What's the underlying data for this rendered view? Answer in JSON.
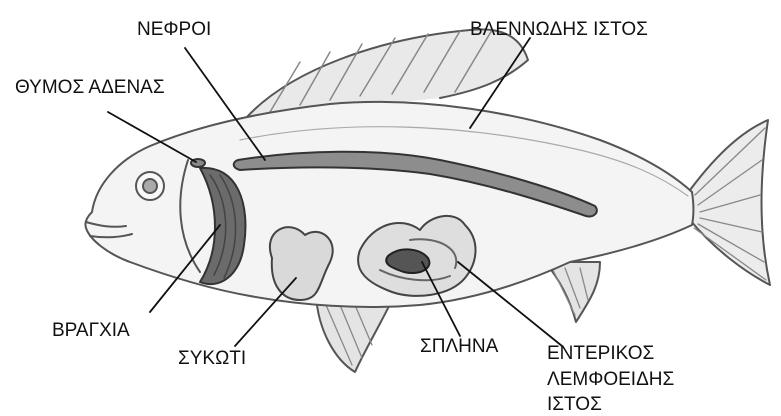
{
  "labels": {
    "nephroi": "ΝΕΦΡΟΙ",
    "mucous_tissue": "ΒΛΕΝΝΩΔΗΣ ΙΣΤΟΣ",
    "thymus": "ΘΥΜΟΣ ΑΔΕΝΑΣ",
    "gills": "ΒΡΑΓΧΙΑ",
    "liver": "ΣΥΚΩΤΙ",
    "spleen": "ΣΠΛΗΝΑ",
    "intestinal_lymphoid": {
      "line1": "ΕΝΤΕΡΙΚΟΣ",
      "line2": "ΛΕΜΦΟΕΙΔΗΣ",
      "line3": "ΙΣΤΟΣ"
    }
  }
}
